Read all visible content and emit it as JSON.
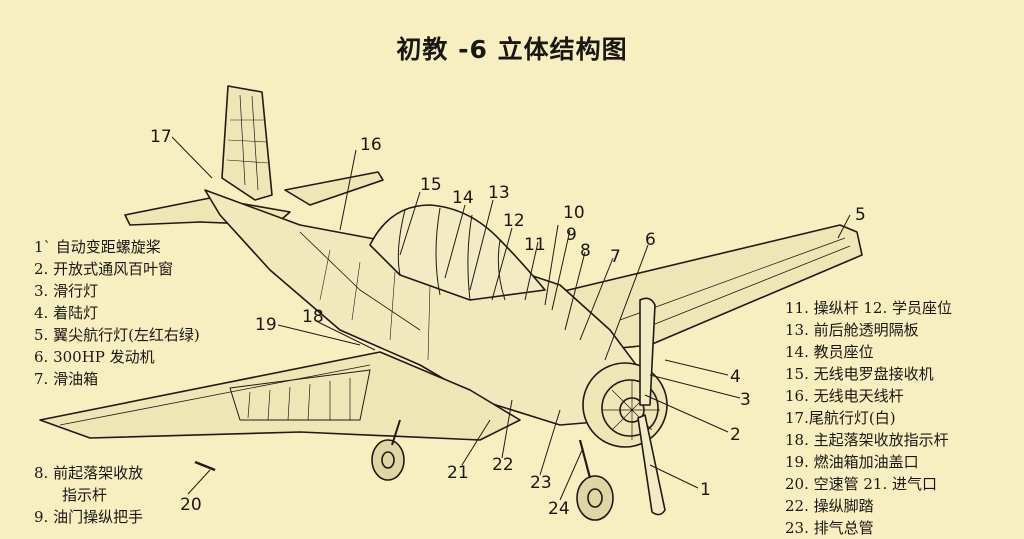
{
  "title": "初教 -6 立体结构图",
  "callouts": [
    "1",
    "2",
    "3",
    "4",
    "5",
    "6",
    "7",
    "8",
    "9",
    "10",
    "11",
    "12",
    "13",
    "14",
    "15",
    "16",
    "17",
    "18",
    "19",
    "20",
    "21",
    "22",
    "23",
    "24"
  ],
  "legend_left": [
    "1ˋ 自动变距螺旋桨",
    "2. 开放式通风百叶窗",
    "3. 滑行灯",
    "4. 着陆灯",
    "5. 翼尖航行灯(左红右绿)",
    "6. 300HP 发动机",
    "7. 滑油箱"
  ],
  "legend_left2": [
    "8. 前起落架收放",
    "指示杆",
    "9. 油门操纵把手"
  ],
  "legend_right": [
    "11. 操纵杆 12. 学员座位",
    "13. 前后舱透明隔板",
    "14. 教员座位",
    "15. 无线电罗盘接收机",
    "16. 无线电天线杆",
    "17.尾航行灯(白)",
    "18. 主起落架收放指示杆",
    "19. 燃油箱加油盖口",
    "20. 空速管 21. 进气口",
    "22. 操纵脚踏",
    "23. 排气总管"
  ]
}
